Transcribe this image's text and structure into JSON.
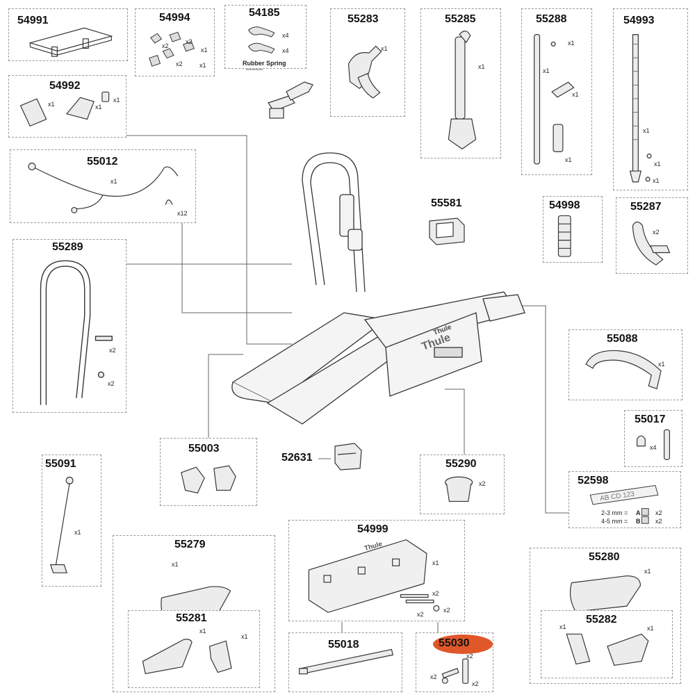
{
  "parts": {
    "p54991": {
      "number": "54991"
    },
    "p54994": {
      "number": "54994",
      "qty": [
        "x2",
        "x2",
        "x1",
        "x2",
        "x1"
      ]
    },
    "p54185": {
      "number": "54185",
      "qty": [
        "x4",
        "x4"
      ],
      "caption": "Rubber Spring"
    },
    "p55283": {
      "number": "55283",
      "qty": [
        "x1"
      ]
    },
    "p55285": {
      "number": "55285",
      "qty": [
        "x1"
      ]
    },
    "p55288": {
      "number": "55288",
      "qty": [
        "x1",
        "x1",
        "x1",
        "x1"
      ]
    },
    "p54993": {
      "number": "54993",
      "qty": [
        "x1",
        "x1",
        "x1"
      ]
    },
    "p54992": {
      "number": "54992",
      "qty": [
        "x1",
        "x1",
        "x1"
      ]
    },
    "p55012": {
      "number": "55012",
      "qty": [
        "x1",
        "x12"
      ]
    },
    "p55581": {
      "number": "55581"
    },
    "p54998": {
      "number": "54998"
    },
    "p55287": {
      "number": "55287",
      "qty": [
        "x2"
      ]
    },
    "p55289": {
      "number": "55289",
      "qty": [
        "x2",
        "x2"
      ]
    },
    "p55088": {
      "number": "55088",
      "qty": [
        "x1"
      ]
    },
    "p55017": {
      "number": "55017",
      "qty": [
        "x4"
      ]
    },
    "p55003": {
      "number": "55003"
    },
    "p52631": {
      "number": "52631"
    },
    "p55290": {
      "number": "55290",
      "qty": [
        "x2"
      ]
    },
    "p52598": {
      "number": "52598",
      "plate": "AB CD 123",
      "row1": "2-3 mm =",
      "row1_key": "A",
      "row2": "4-5 mm =",
      "row2_key": "B",
      "qty": [
        "x2",
        "x2"
      ]
    },
    "p55091": {
      "number": "55091",
      "qty": [
        "x1"
      ]
    },
    "p55279": {
      "number": "55279",
      "qty": [
        "x1"
      ]
    },
    "p55281": {
      "number": "55281",
      "qty": [
        "x1",
        "x1"
      ]
    },
    "p54999": {
      "number": "54999",
      "qty": [
        "x1",
        "x2",
        "x2",
        "x2"
      ]
    },
    "p55018": {
      "number": "55018"
    },
    "p55030": {
      "number": "55030",
      "highlighted": true,
      "highlight_color": "#e0572a",
      "qty": [
        "x2",
        "x2",
        "x2"
      ]
    },
    "p55280": {
      "number": "55280",
      "qty": [
        "x1"
      ]
    },
    "p55282": {
      "number": "55282",
      "qty": [
        "x1",
        "x1"
      ]
    }
  },
  "brand": {
    "logo_text": "Thule"
  },
  "colors": {
    "border": "#9a9a9a",
    "highlight": "#e0572a",
    "line": "#555555"
  }
}
